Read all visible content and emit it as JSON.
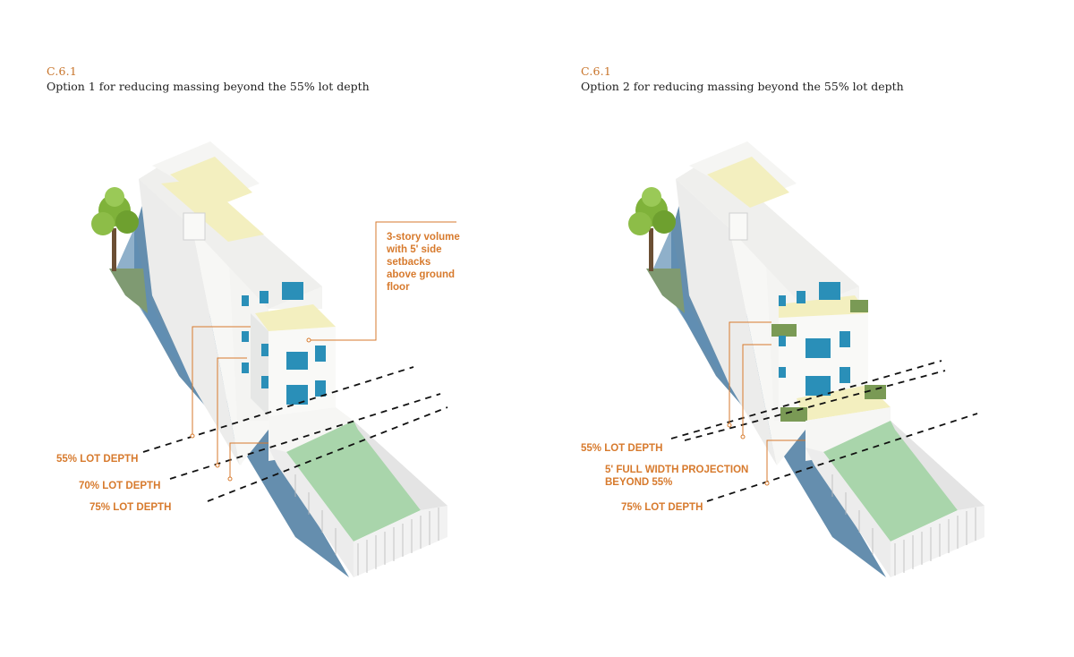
{
  "colors": {
    "accent_orange": "#d77a2d",
    "wall_white": "#f4f4f2",
    "wall_shadow": "#d9dadb",
    "roof_cream": "#f3efbf",
    "yard_green": "#a9d5ab",
    "window_blue": "#2a8fb8",
    "cast_shadow": "#4a7aa0",
    "tree_green": "#7fb23a"
  },
  "icons": [
    "tree-icon",
    "planter-icon",
    "fence-icon"
  ],
  "left": {
    "code": "C.6.1",
    "caption": "Option 1 for reducing massing beyond the 55% lot depth",
    "labels": {
      "volume": [
        "3-story volume",
        "with 5' side",
        "setbacks",
        "above ground",
        "floor"
      ],
      "d55": "55% LOT DEPTH",
      "d70": "70% LOT DEPTH",
      "d75": "75% LOT DEPTH"
    }
  },
  "right": {
    "code": "C.6.1",
    "caption": "Option 2 for reducing massing beyond the 55% lot depth",
    "labels": {
      "d55": "55% LOT DEPTH",
      "projection": [
        "5' FULL WIDTH PROJECTION",
        "BEYOND 55%"
      ],
      "d75": "75% LOT DEPTH"
    }
  }
}
